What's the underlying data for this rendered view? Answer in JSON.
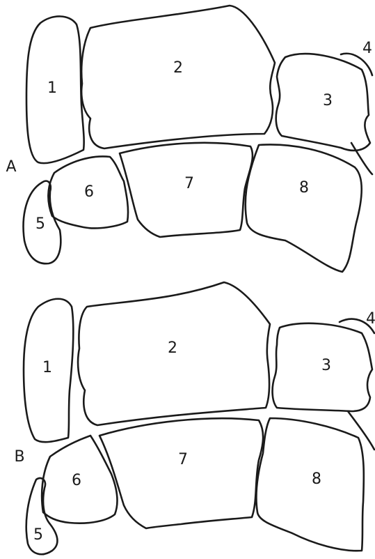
{
  "panels": [
    {
      "label": "A",
      "bones": {
        "b1": "1",
        "b2": "2",
        "b3": "3",
        "b4": "4",
        "b5": "5",
        "b6": "6",
        "b7": "7",
        "b8": "8"
      }
    },
    {
      "label": "B",
      "bones": {
        "b1": "1",
        "b2": "2",
        "b3": "3",
        "b4": "4",
        "b5": "5",
        "b6": "6",
        "b7": "7",
        "b8": "8"
      }
    }
  ],
  "colors": {
    "stroke": "#1a1a1a",
    "background": "#ffffff"
  }
}
